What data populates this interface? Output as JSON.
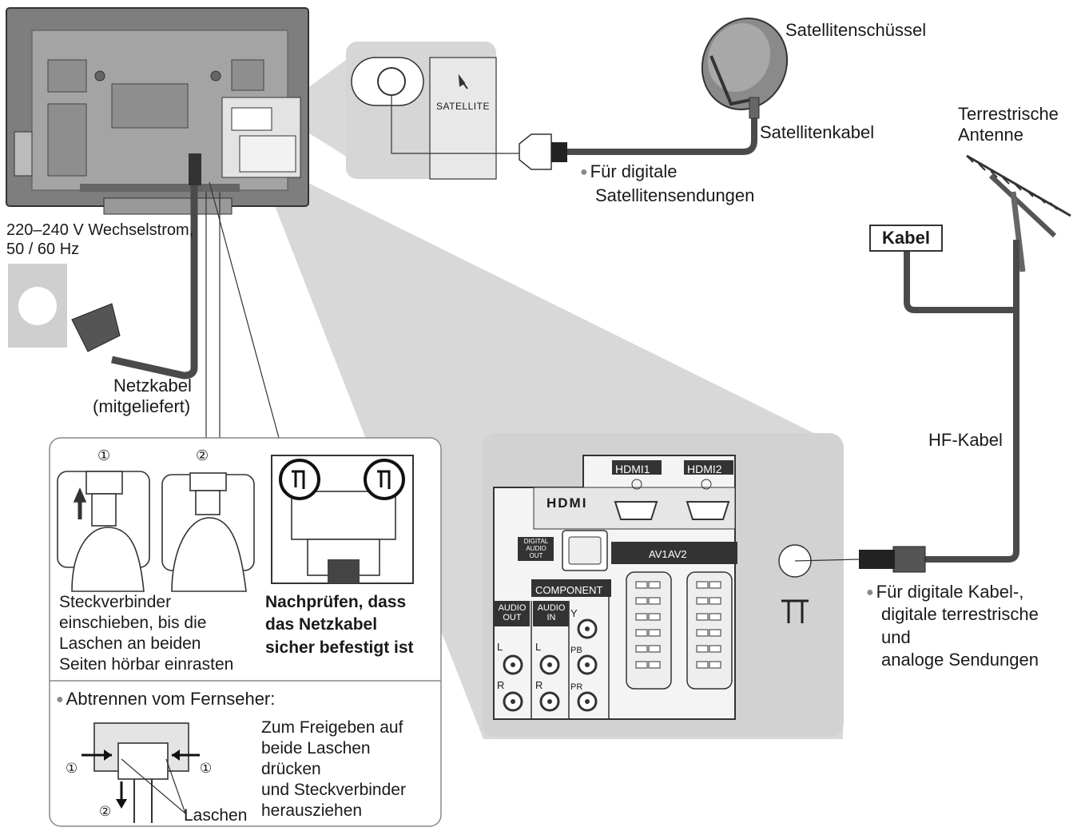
{
  "labels": {
    "satellite_dish": "Satellitenschüssel",
    "satellite_cable": "Satellitenkabel",
    "satellite_digital_1": "Für digitale",
    "satellite_digital_2": "Satellitensendungen",
    "terrestrial_antenna_1": "Terrestrische",
    "terrestrial_antenna_2": "Antenne",
    "cable_box": "Kabel",
    "rf_cable": "HF-Kabel",
    "digital_cable_1": "Für digitale Kabel-,",
    "digital_cable_2": "digitale terrestrische",
    "digital_cable_3": "und",
    "digital_cable_4": "analoge Sendungen",
    "mains_1": "220–240 V Wechselstrom,",
    "mains_2": "50 / 60 Hz",
    "power_cable_1": "Netzkabel",
    "power_cable_2": "(mitgeliefert)",
    "satellite_port": "SATELLITE"
  },
  "instructions": {
    "step1": "①",
    "step2": "②",
    "insert_1": "Steckverbinder",
    "insert_2": "einschieben, bis die",
    "insert_3": "Laschen an beiden",
    "insert_4": "Seiten hörbar einrasten",
    "check_1": "Nachprüfen, dass",
    "check_2": "das Netzkabel",
    "check_3": "sicher befestigt ist",
    "detach_title": "Abtrennen vom Fernseher:",
    "release_1": "Zum Freigeben auf",
    "release_2": "beide Laschen",
    "release_3": "drücken",
    "release_4": "und Steckverbinder",
    "release_5": "herausziehen",
    "tabs": "Laschen"
  },
  "panel": {
    "hdmi_logo": "HDMI",
    "hdmi1": "HDMI1",
    "hdmi2": "HDMI2",
    "digital_audio_out": "DIGITAL AUDIO OUT",
    "component": "COMPONENT",
    "audio_out": "AUDIO OUT",
    "audio_in": "AUDIO IN",
    "av1": "AV1",
    "av2": "AV2",
    "left": "L",
    "right": "R",
    "y": "Y",
    "pb": "PB",
    "pr": "PR"
  },
  "colors": {
    "cable": "#4a4a4a",
    "highlight": "#d2d2d2",
    "tv_body": "#8c8c8c",
    "dark": "#1a1a1a"
  }
}
